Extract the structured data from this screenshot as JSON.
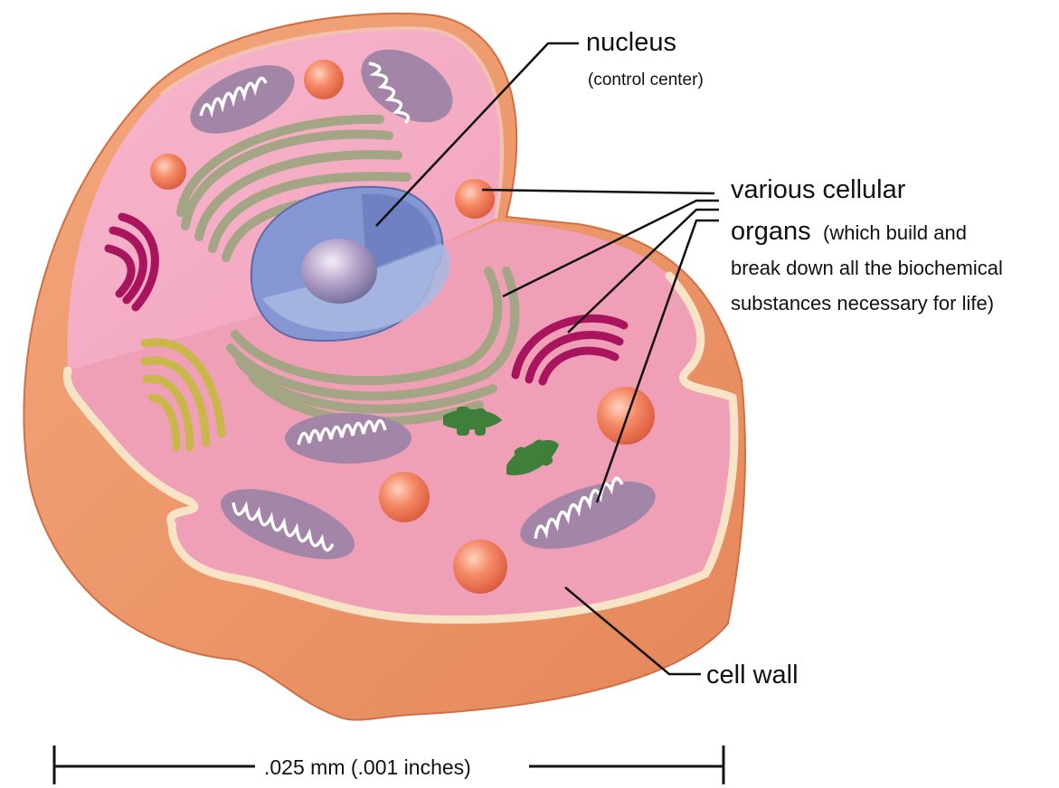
{
  "labels": {
    "nucleus": "nucleus",
    "nucleus_note": "(control center)",
    "organs_line1": "various cellular",
    "organs_word": "organs",
    "organs_note1": "(which build and",
    "organs_note2": "break down all the biochemical",
    "organs_note3": "substances necessary for life)",
    "cell_wall": "cell wall",
    "scale": ".025 mm (.001 inches)"
  },
  "colors": {
    "cell_membrane": "#eb9466",
    "cytoplasm": "#f4b6c8",
    "cut_surface": "#f7e6cc",
    "nucleus": "#7f93cf",
    "nucleolus": "#b6a3c8",
    "golgi_er": "#a7a98a",
    "mitochondria_outer": "#a585a8",
    "mitochondria_inner": "#ffffff",
    "magenta_organelle": "#a8145e",
    "yellow_organelle": "#c9b74c",
    "chloroplast_green": "#3e7f3a",
    "vesicle": "#ef7655"
  }
}
